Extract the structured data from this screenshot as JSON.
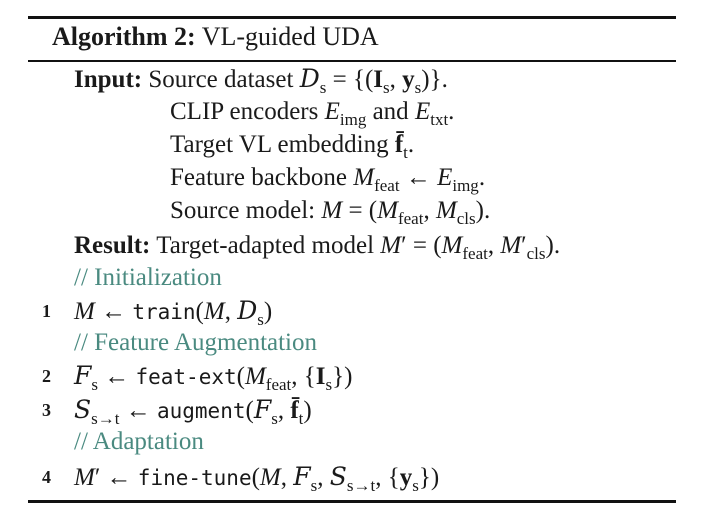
{
  "caption": {
    "label": "Algorithm 2:",
    "title": "VL-guided UDA"
  },
  "inputs": {
    "keyword": "Input:",
    "source_dataset_text": "Source dataset",
    "clip_text": "CLIP encoders",
    "clip_and": "and",
    "target_text": "Target VL embedding",
    "backbone_text": "Feature backbone",
    "source_model_text": "Source model:"
  },
  "result": {
    "keyword": "Result:",
    "text": "Target-adapted model"
  },
  "steps": [
    {
      "comment": "// Initialization"
    },
    {
      "number": "1",
      "func": "train"
    },
    {
      "comment": "// Feature Augmentation"
    },
    {
      "number": "2",
      "func": "feat-ext"
    },
    {
      "number": "3",
      "func": "augment"
    },
    {
      "comment": "// Adaptation"
    },
    {
      "number": "4",
      "func": "fine-tune"
    }
  ]
}
